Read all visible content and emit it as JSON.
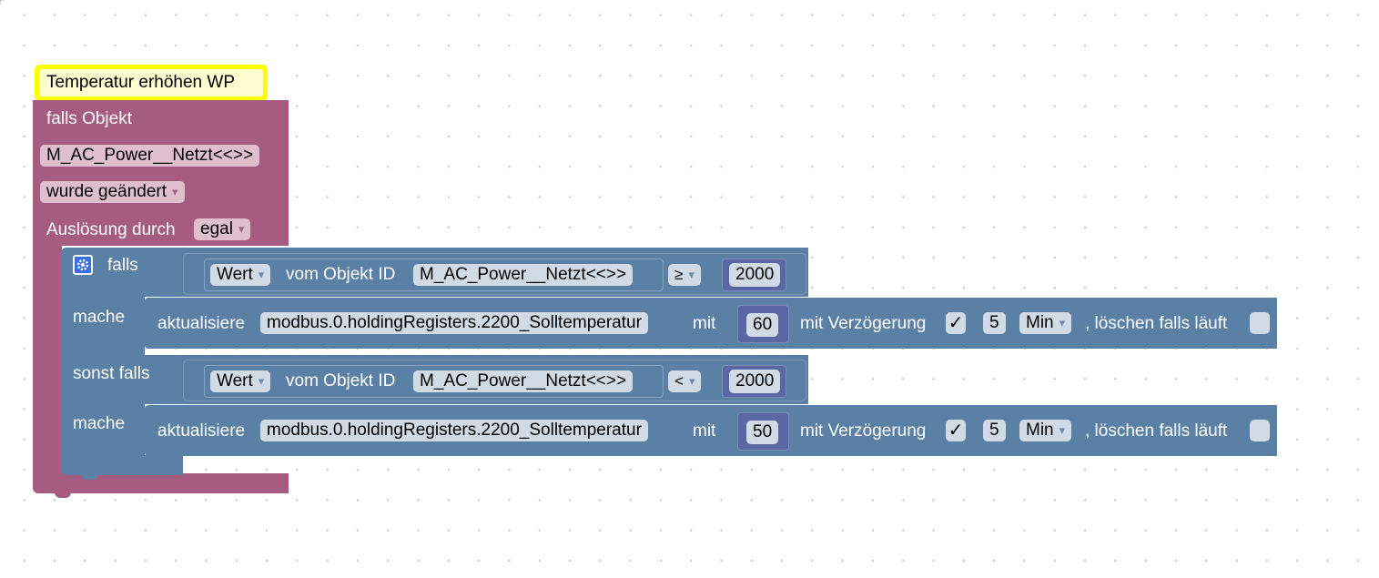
{
  "hat": {
    "label": "Temperatur erhöhen WP"
  },
  "trigger": {
    "falls_objekt": "falls Objekt",
    "object_id": "M_AC_Power__Netzt<<>>",
    "event": "wurde geändert",
    "ausloesung_label": "Auslösung durch",
    "ausloesung_value": "egal"
  },
  "if_block": {
    "falls_label": "falls",
    "mache_label": "mache",
    "sonst_falls_label": "sonst falls",
    "conditions": [
      {
        "value_dropdown": "Wert",
        "vom_label": "vom Objekt ID",
        "object_id": "M_AC_Power__Netzt<<>>",
        "operator": "≥",
        "number": "2000"
      },
      {
        "value_dropdown": "Wert",
        "vom_label": "vom Objekt ID",
        "object_id": "M_AC_Power__Netzt<<>>",
        "operator": "<",
        "number": "2000"
      }
    ],
    "actions": [
      {
        "aktualisiere_label": "aktualisiere",
        "target": "modbus.0.holdingRegisters.2200_Solltemperatur",
        "mit_label": "mit",
        "value": "60",
        "delay_label": "mit Verzögerung",
        "delay_checked": "✓",
        "delay_amount": "5",
        "delay_unit": "Min",
        "clear_label": ", löschen falls läuft"
      },
      {
        "aktualisiere_label": "aktualisiere",
        "target": "modbus.0.holdingRegisters.2200_Solltemperatur",
        "mit_label": "mit",
        "value": "50",
        "delay_label": "mit Verzögerung",
        "delay_checked": "✓",
        "delay_amount": "5",
        "delay_unit": "Min",
        "clear_label": ", löschen falls läuft"
      }
    ]
  },
  "colors": {
    "purple_block": "#a65c81",
    "blue_block": "#5b80a5",
    "hat_yellow": "#ffff00",
    "gear_blue": "#3a6ee8"
  },
  "icons": {
    "mutator": "gear-icon"
  }
}
